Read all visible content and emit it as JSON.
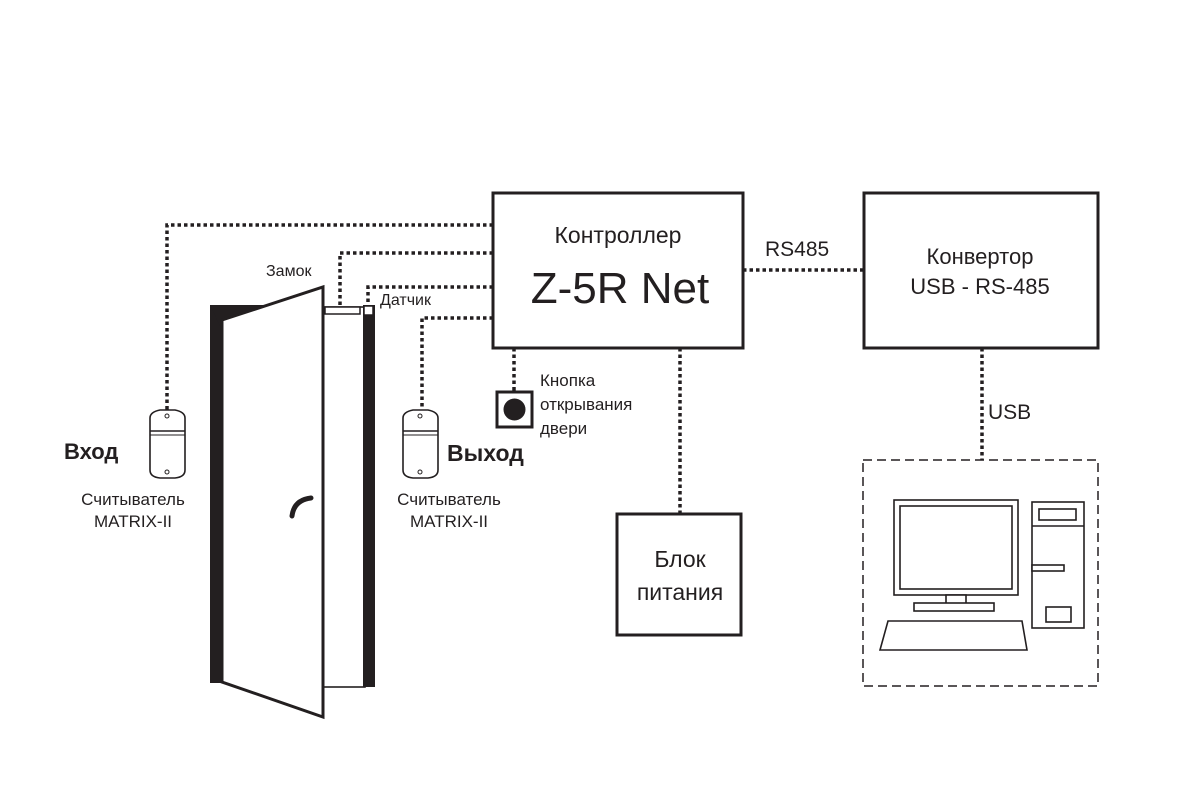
{
  "controller": {
    "label": "Контроллер",
    "model": "Z-5R Net"
  },
  "link_rs485": "RS485",
  "converter": {
    "line1": "Конвертор",
    "line2": "USB - RS-485"
  },
  "link_usb": "USB",
  "power": {
    "line1": "Блок",
    "line2": "питания"
  },
  "lock_label": "Замок",
  "sensor_label": "Датчик",
  "button": {
    "line1": "Кнопка",
    "line2": "открывания",
    "line3": "двери"
  },
  "entry": {
    "title": "Вход",
    "reader_line1": "Считыватель",
    "reader_line2": "MATRIX-II"
  },
  "exit": {
    "title": "Выход",
    "reader_line1": "Считыватель",
    "reader_line2": "MATRIX-II"
  },
  "colors": {
    "ink": "#231f20",
    "background": "#ffffff"
  }
}
